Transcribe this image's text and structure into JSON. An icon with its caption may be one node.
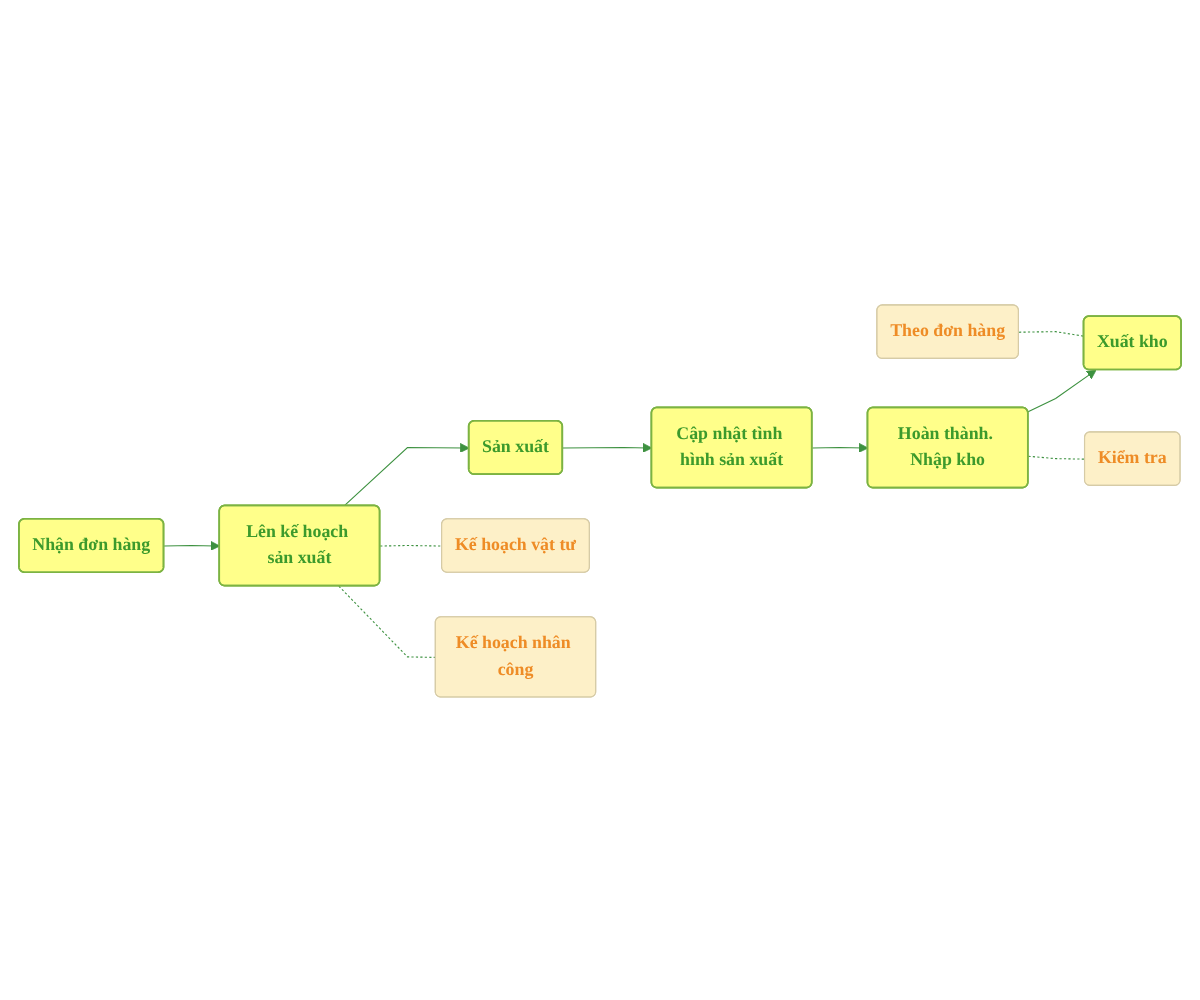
{
  "diagram": {
    "nodes": [
      {
        "text": [
          "Nhận đơn hàng"
        ]
      },
      {
        "text": [
          "Lên kế hoạch sản xuất"
        ]
      },
      {
        "text": [
          "Sản xuất"
        ]
      },
      {
        "text": [
          "Cập nhật tình hình sản xuất"
        ]
      },
      {
        "text": [
          "Hoàn thành. Nhập kho"
        ]
      },
      {
        "text": [
          "Xuất kho"
        ]
      },
      {
        "text": [
          "Theo đơn hàng"
        ]
      },
      {
        "text": [
          "Kế hoạch vật tư"
        ]
      },
      {
        "text": [
          "Kế hoạch nhân công"
        ]
      },
      {
        "text": [
          "Kiểm tra"
        ]
      }
    ],
    "edges": [
      {
        "from": 0,
        "to": 1,
        "arrow": "to"
      },
      {
        "from": 1,
        "to": 2,
        "arrow": "to"
      },
      {
        "from": 2,
        "to": 3,
        "arrow": "to"
      },
      {
        "from": 3,
        "to": 4,
        "arrow": "to"
      },
      {
        "from": 4,
        "to": 5,
        "arrow": "to"
      },
      {
        "from": 6,
        "to": 5,
        "arrow": "none",
        "style": "dashed"
      },
      {
        "from": 1,
        "to": 7,
        "arrow": "none",
        "style": "dashed"
      },
      {
        "from": 1,
        "to": 8,
        "arrow": "none",
        "style": "dashed"
      },
      {
        "from": 4,
        "to": 9,
        "arrow": "none",
        "style": "dashed"
      }
    ]
  }
}
